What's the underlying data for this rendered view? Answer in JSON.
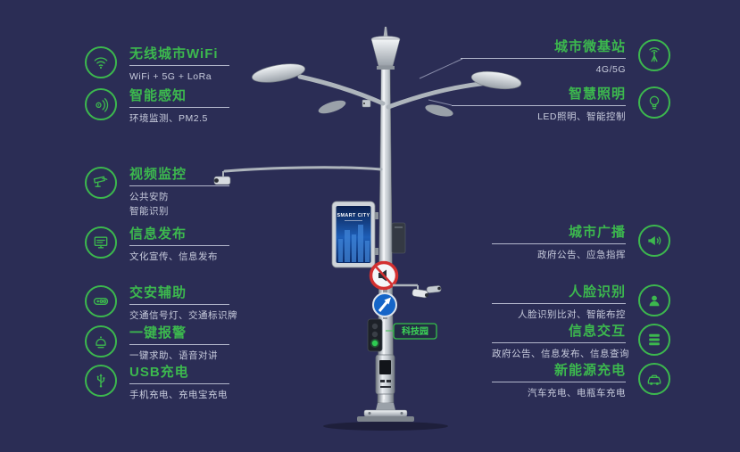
{
  "colors": {
    "background": "#2b2d55",
    "accent": "#3cb84e",
    "subtitle_text": "#c8ccdd",
    "sign_red": "#d33030",
    "sign_blue": "#1565c8",
    "traffic_green": "#2ecc52"
  },
  "left_items": [
    {
      "icon": "wifi-icon",
      "title": "无线城市WiFi",
      "subtitle": "WiFi + 5G + LoRa"
    },
    {
      "icon": "sensor-icon",
      "title": "智能感知",
      "subtitle": "环境监测、PM2.5"
    },
    {
      "icon": "cctv-camera-icon",
      "title": "视频监控",
      "subtitle": "公共安防\n智能识别"
    },
    {
      "icon": "info-screen-icon",
      "title": "信息发布",
      "subtitle": "文化宣传、信息发布"
    },
    {
      "icon": "traffic-light-icon",
      "title": "交安辅助",
      "subtitle": "交通信号灯、交通标识牌"
    },
    {
      "icon": "alarm-icon",
      "title": "一键报警",
      "subtitle": "一键求助、语音对讲"
    },
    {
      "icon": "usb-icon",
      "title": "USB充电",
      "subtitle": "手机充电、充电宝充电"
    }
  ],
  "right_items": [
    {
      "icon": "antenna-icon",
      "title": "城市微基站",
      "subtitle": "4G/5G"
    },
    {
      "icon": "bulb-icon",
      "title": "智慧照明",
      "subtitle": "LED照明、智能控制"
    },
    {
      "icon": "speaker-icon",
      "title": "城市广播",
      "subtitle": "政府公告、应急指挥"
    },
    {
      "icon": "face-icon",
      "title": "人脸识别",
      "subtitle": "人脸识别比对、智能布控"
    },
    {
      "icon": "layers-icon",
      "title": "信息交互",
      "subtitle": "政府公告、信息发布、信息查询"
    },
    {
      "icon": "ev-car-icon",
      "title": "新能源充电",
      "subtitle": "汽车充电、电瓶车充电"
    }
  ],
  "pole": {
    "screen_text": "SMART CITY",
    "tag_label": "科技园"
  }
}
